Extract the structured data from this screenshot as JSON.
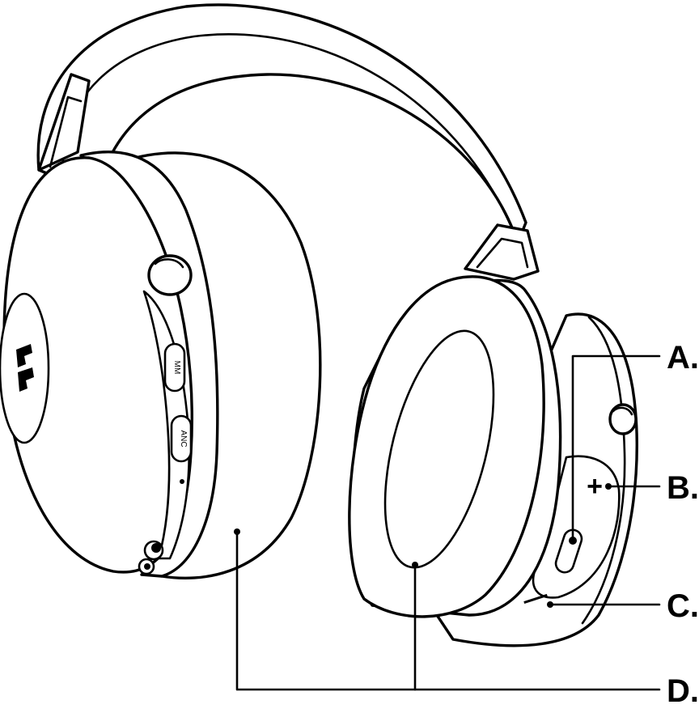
{
  "callouts": {
    "a": "A.",
    "b": "B.",
    "c": "C.",
    "d": "D."
  },
  "buttons": {
    "mm": "MM",
    "anc": "ANC",
    "plus": "+",
    "minus": "—"
  },
  "colors": {
    "line": "#000000",
    "background": "#ffffff"
  },
  "icons": {
    "brand_logo": "marley-logo-icon"
  }
}
